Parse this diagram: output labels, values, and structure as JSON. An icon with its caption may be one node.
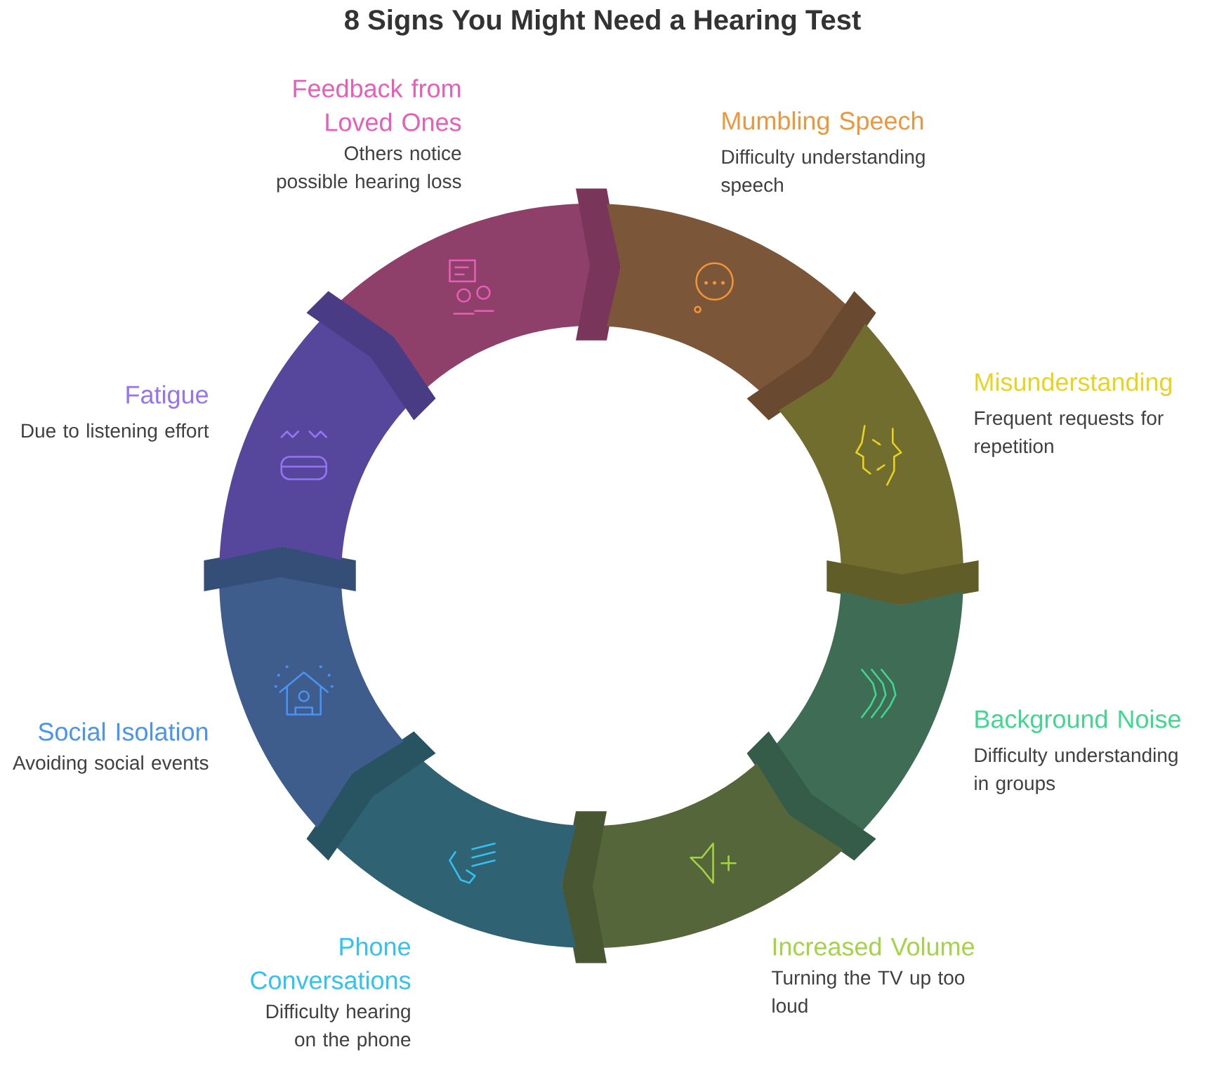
{
  "diagram": {
    "title": "8 Signs You Might Need a Hearing Test",
    "nodes": [
      {
        "text": [
          "Feedback from Loved Ones",
          "Others notice possible hearing loss"
        ]
      },
      {
        "text": [
          "Mumbling Speech",
          "Difficulty understanding speech"
        ]
      },
      {
        "text": [
          "Misunderstanding",
          "Frequent requests for repetition"
        ]
      },
      {
        "text": [
          "Background Noise",
          "Difficulty understanding in groups"
        ]
      },
      {
        "text": [
          "Increased Volume",
          "Turning the TV up too loud"
        ]
      },
      {
        "text": [
          "Phone Conversations",
          "Difficulty hearing on the phone"
        ]
      },
      {
        "text": [
          "Social Isolation",
          "Avoiding social events"
        ]
      },
      {
        "text": [
          "Fatigue",
          "Due to listening effort"
        ]
      }
    ]
  }
}
